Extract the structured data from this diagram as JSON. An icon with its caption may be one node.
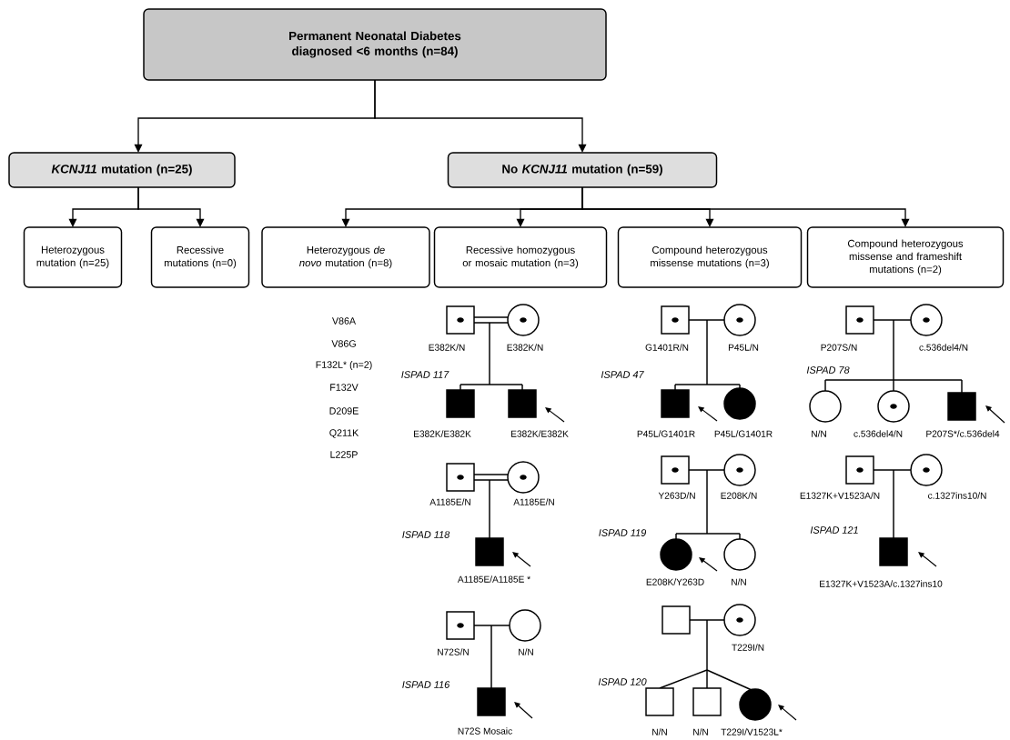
{
  "diagram": {
    "nodes": [
      {
        "text": [
          "Permanent Neonatal Diabetes diagnosed <6 months (n=84)"
        ]
      },
      {
        "text": [
          "*KCNJ11* mutation (n=25)"
        ]
      },
      {
        "text": [
          "No *KCNJ11* mutation (n=59)"
        ]
      },
      {
        "text": [
          "Heterozygous mutation (n=25)"
        ]
      },
      {
        "text": [
          "Recessive mutations (n=0)"
        ]
      },
      {
        "text": [
          "Heterozygous *de novo* mutation (n=8)"
        ]
      },
      {
        "text": [
          "Recessive homozygous or mosaic mutation (n=3)"
        ]
      },
      {
        "text": [
          "Compound heterozygous missense mutations (n=3)"
        ]
      },
      {
        "text": [
          "Compound heterozygous missense and frameshift mutations (n=2)"
        ]
      }
    ],
    "edges": [
      {
        "from": 0,
        "to": 1,
        "arrow": "to"
      },
      {
        "from": 0,
        "to": 2,
        "arrow": "to"
      },
      {
        "from": 1,
        "to": 3,
        "arrow": "to"
      },
      {
        "from": 1,
        "to": 4,
        "arrow": "to"
      },
      {
        "from": 2,
        "to": 5,
        "arrow": "to"
      },
      {
        "from": 2,
        "to": 6,
        "arrow": "to"
      },
      {
        "from": 2,
        "to": 7,
        "arrow": "to"
      },
      {
        "from": 2,
        "to": 8,
        "arrow": "to"
      }
    ],
    "labels": [
      "V86A",
      "V86G",
      "F132L* (n=2)",
      "F132V",
      "D209E",
      "Q211K",
      "L225P",
      "E382K/N",
      "E382K/N",
      "ISPAD 117",
      "E382K/E382K",
      "E382K/E382K",
      "G1401R/N",
      "P45L/N",
      "ISPAD 47",
      "P45L/G1401R",
      "P45L/G1401R",
      "P207S/N",
      "c.536del4/N",
      "ISPAD 78",
      "N/N",
      "c.536del4/N",
      "P207S*/c.536del4",
      "A1185E/N",
      "A1185E/N",
      "ISPAD 118",
      "A1185E/A1185E *",
      "Y263D/N",
      "E208K/N",
      "ISPAD 119",
      "E208K/Y263D",
      "N/N",
      "E1327K+V1523A/N",
      "c.1327ins10/N",
      "ISPAD 121",
      "E1327K+V1523A/c.1327ins10",
      "N72S/N",
      "N/N",
      "ISPAD 116",
      "N72S Mosaic",
      "T229I/N",
      "ISPAD 120",
      "N/N",
      "N/N",
      "T229I/V1523L*"
    ]
  }
}
